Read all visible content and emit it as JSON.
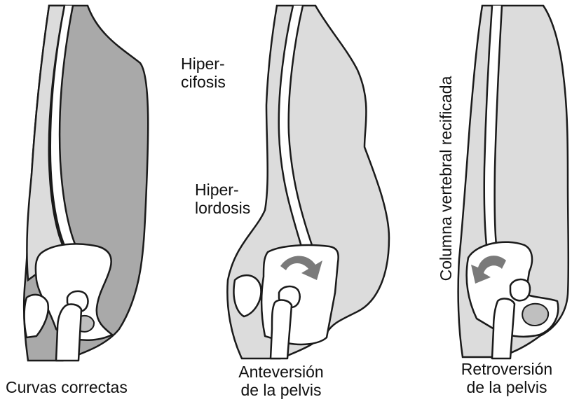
{
  "figures": [
    {
      "id": "correct",
      "caption_lines": [
        "Curvas correctas"
      ]
    },
    {
      "id": "anteversion",
      "caption_lines": [
        "Anteversión",
        "de la pelvis"
      ],
      "annotations": [
        {
          "id": "hyperkyphosis",
          "lines": [
            "Hiper-",
            "cifosis"
          ]
        },
        {
          "id": "hyperlordosis",
          "lines": [
            "Hiper-",
            "lordosis"
          ]
        }
      ]
    },
    {
      "id": "retroversion",
      "caption_lines": [
        "Retroversión",
        "de la pelvis"
      ],
      "vertical_label": "Columna vertebral recificada"
    }
  ],
  "colors": {
    "body_dark": "#a9a9a9",
    "body_light": "#dcdcdc",
    "arrow": "#7a7a7a",
    "outline": "#1a1a1a"
  }
}
